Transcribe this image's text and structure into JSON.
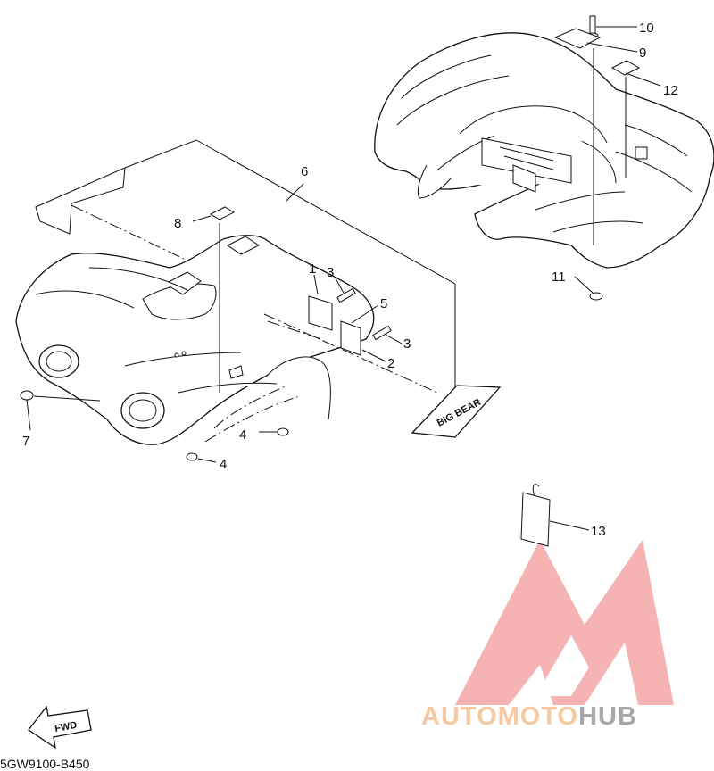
{
  "callouts": {
    "c1": "1",
    "c2": "2",
    "c3a": "3",
    "c3b": "3",
    "c4a": "4",
    "c4b": "4",
    "c5": "5",
    "c6": "6",
    "c7": "7",
    "c8": "8",
    "c9": "9",
    "c10": "10",
    "c11": "11",
    "c12": "12",
    "c13": "13"
  },
  "fwd_label": "FWD",
  "decal_text": "BIG BEAR",
  "diagram_code": "5GW9100-B450",
  "watermark": {
    "auto": "AUTOMOTO",
    "hub": "HUB",
    "colors": {
      "logo": "#f08a8a",
      "auto": "#f6c9a0",
      "hub": "#a8a8a8"
    }
  }
}
